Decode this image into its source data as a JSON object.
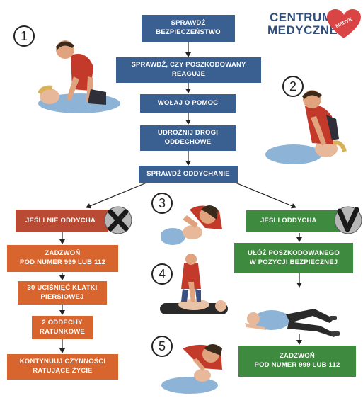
{
  "logo": {
    "line1": "CENTRUM",
    "line2": "MEDYCZNE",
    "heart_text": "MEDYK"
  },
  "colors": {
    "blue": "#3a5f91",
    "red": "#b94a34",
    "orange": "#d9652e",
    "green": "#3e8a3e",
    "logo": "#2f4f7f",
    "heart": "#d94545"
  },
  "steps": [
    "SPRAWDŹ\nBEZPIECZEŃSTWO",
    "SPRAWDŹ, CZY POSZKODOWANY\nREAGUJE",
    "WOŁAJ O POMOC",
    "UDROŻNIJ DROGI\nODDECHOWE",
    "SPRAWDŹ ODDYCHANIE"
  ],
  "left_branch": {
    "header": "JEŚLI NIE ODDYCHA",
    "steps": [
      "ZADZWOŃ\nPOD NUMER 999 LUB 112",
      "30 UCIŚNIĘĆ KLATKI\nPIERSIOWEJ",
      "2 ODDECHY\nRATUNKOWE",
      "KONTYNUUJ CZYNNOŚCI\nRATUJĄCE ŻYCIE"
    ]
  },
  "right_branch": {
    "header": "JEŚLI ODDYCHA",
    "steps": [
      "UŁÓŻ POSZKODOWANEGO\nW POZYCJI BEZPIECZNEJ",
      "ZADZWOŃ\nPOD NUMER 999 LUB 112"
    ]
  },
  "illustration_numbers": [
    "1",
    "2",
    "3",
    "4",
    "5"
  ]
}
